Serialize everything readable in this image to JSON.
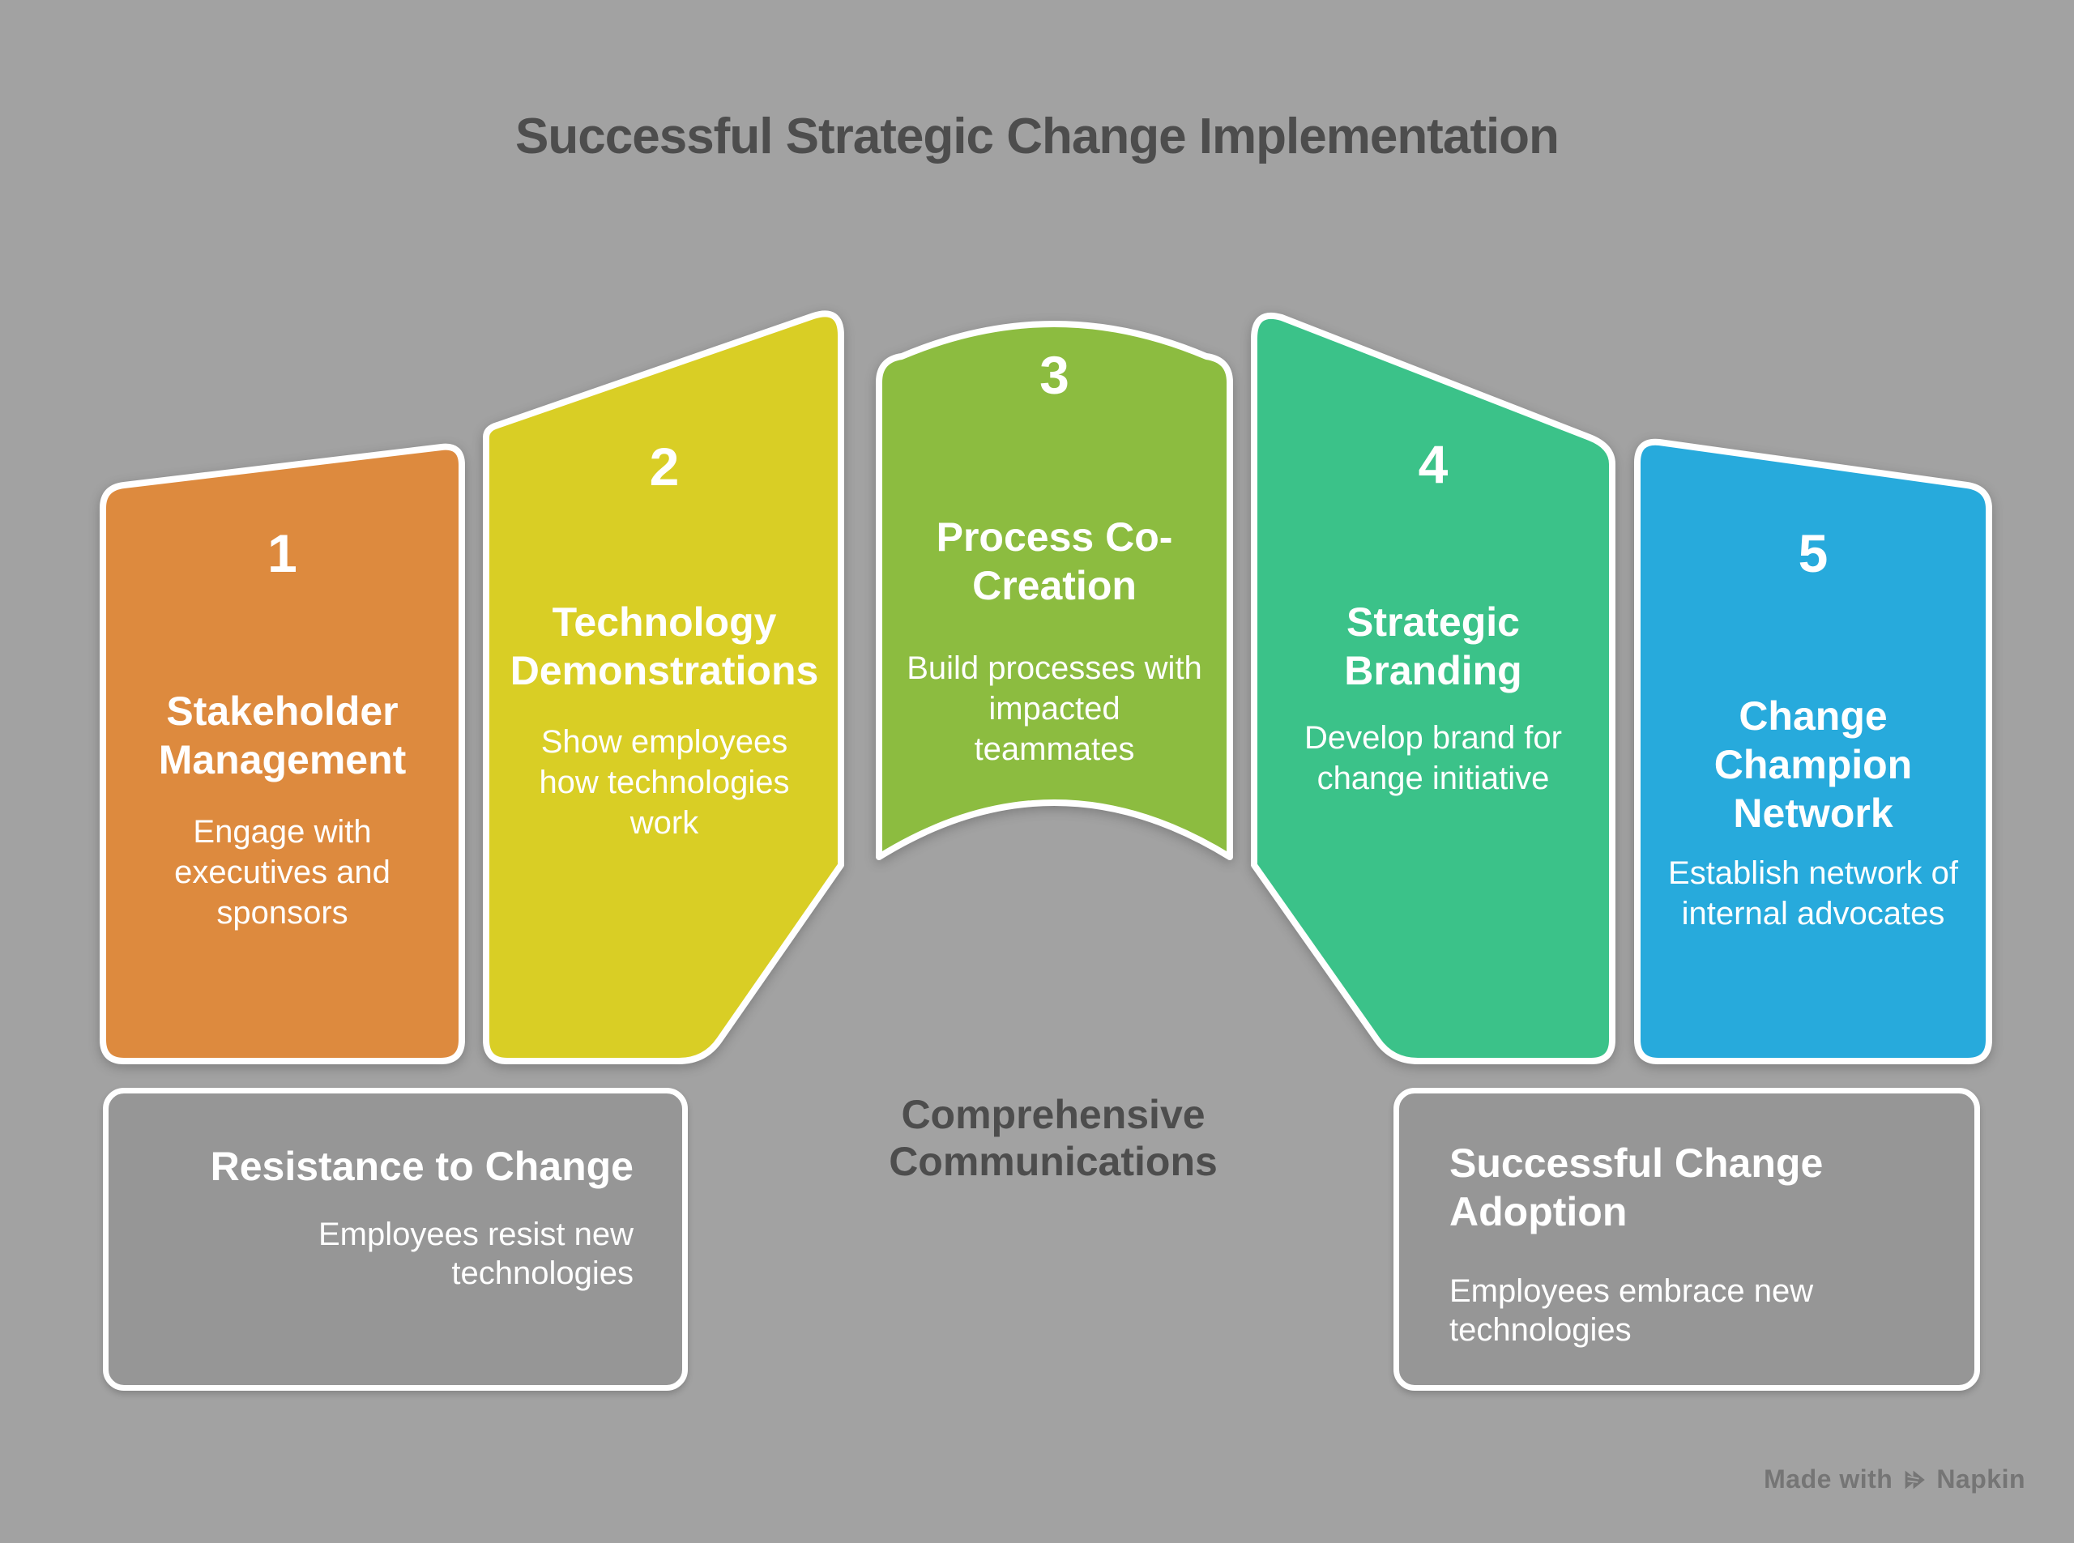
{
  "title": "Successful Strategic Change Implementation",
  "steps": [
    {
      "number": "1",
      "heading": "Stakeholder\nManagement",
      "body": "Engage with\nexecutives and\nsponsors",
      "color": "#DD8A3E"
    },
    {
      "number": "2",
      "heading": "Technology\nDemonstrations",
      "body": "Show employees\nhow technologies\nwork",
      "color": "#D9CE25"
    },
    {
      "number": "3",
      "heading": "Process Co-\nCreation",
      "body": "Build processes with\nimpacted\nteammates",
      "color": "#8CBC40"
    },
    {
      "number": "4",
      "heading": "Strategic\nBranding",
      "body": "Develop brand for\nchange initiative",
      "color": "#3BC289"
    },
    {
      "number": "5",
      "heading": "Change\nChampion\nNetwork",
      "body": "Establish network of\ninternal advocates",
      "color": "#27AADC"
    }
  ],
  "callouts": {
    "left": {
      "title": "Resistance to Change",
      "body": "Employees resist new\ntechnologies"
    },
    "right": {
      "title": "Successful Change\nAdoption",
      "body": "Employees embrace new\ntechnologies"
    }
  },
  "center_label": "Comprehensive\nCommunications",
  "footer": {
    "made_with": "Made with",
    "brand": "Napkin"
  },
  "colors": {
    "background": "#A2A2A2",
    "panel_border": "#FFFFFF",
    "callout_fill": "#969696",
    "callout_border": "#FFFFFF",
    "dark_text": "#4D4D4D",
    "step_text": "#FFFFFF",
    "footer_text": "#757575"
  }
}
